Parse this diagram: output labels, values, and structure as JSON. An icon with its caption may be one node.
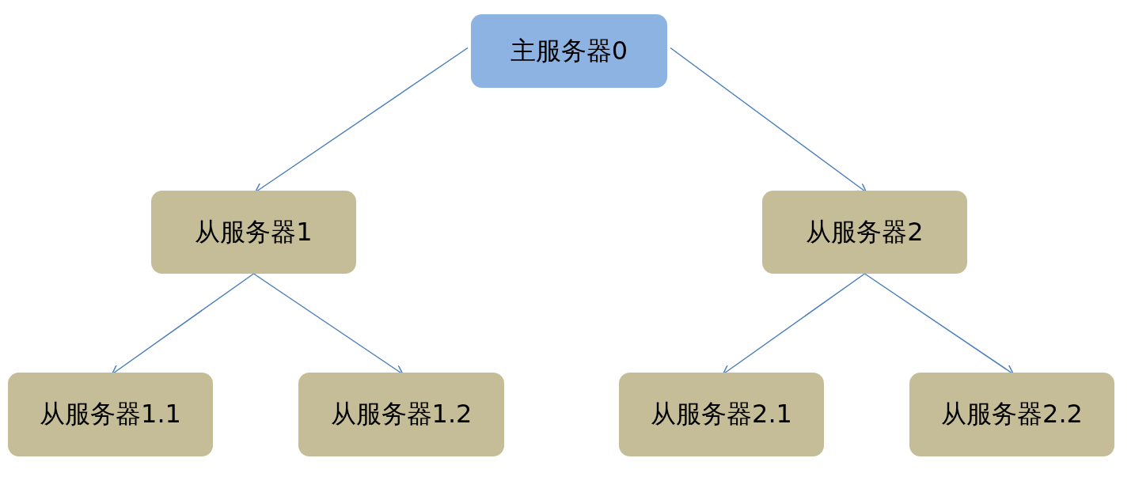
{
  "diagram": {
    "nodes": [
      {
        "text": [
          "主服务器0"
        ]
      },
      {
        "text": [
          "从服务器1"
        ]
      },
      {
        "text": [
          "从服务器2"
        ]
      },
      {
        "text": [
          "从服务器1.1"
        ]
      },
      {
        "text": [
          "从服务器1.2"
        ]
      },
      {
        "text": [
          "从服务器2.1"
        ]
      },
      {
        "text": [
          "从服务器2.2"
        ]
      }
    ],
    "edges": [
      {
        "from": 0,
        "to": 1,
        "arrow": "to"
      },
      {
        "from": 0,
        "to": 2,
        "arrow": "to"
      },
      {
        "from": 1,
        "to": 3,
        "arrow": "to"
      },
      {
        "from": 1,
        "to": 4,
        "arrow": "to"
      },
      {
        "from": 2,
        "to": 5,
        "arrow": "to"
      },
      {
        "from": 2,
        "to": 6,
        "arrow": "to"
      }
    ]
  }
}
